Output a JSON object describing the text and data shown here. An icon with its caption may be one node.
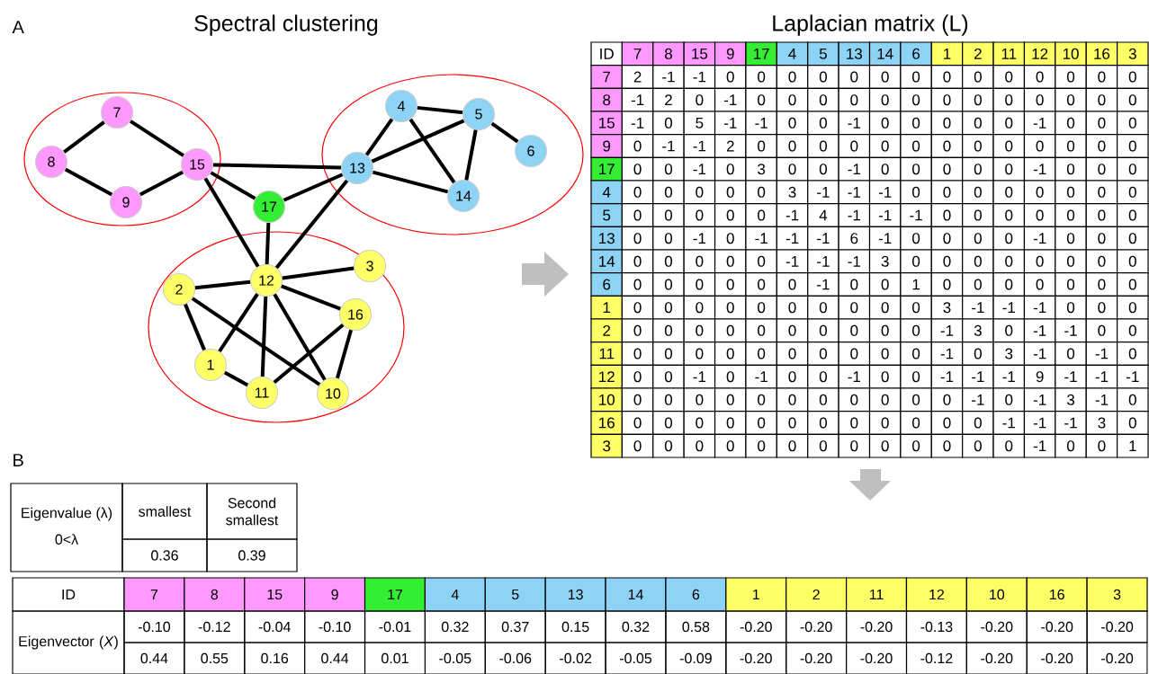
{
  "diagram": {
    "nodes": [
      {
        "text": [],
        "shape": "ellipse"
      },
      {
        "text": [
          "7"
        ],
        "in": 0
      },
      {
        "text": [
          "8"
        ],
        "in": 0
      },
      {
        "text": [
          "15"
        ],
        "in": 0
      },
      {
        "text": [
          "9"
        ],
        "in": 0
      },
      {
        "text": [],
        "shape": "ellipse"
      },
      {
        "text": [
          "4"
        ],
        "in": 5
      },
      {
        "text": [
          "5"
        ],
        "in": 5
      },
      {
        "text": [
          "13"
        ],
        "in": 5
      },
      {
        "text": [
          "6"
        ],
        "in": 5
      },
      {
        "text": [
          "14"
        ],
        "in": 5
      },
      {
        "text": [
          "17"
        ]
      },
      {
        "text": [],
        "shape": "ellipse"
      },
      {
        "text": [
          "3"
        ],
        "in": 12
      },
      {
        "text": [
          "2"
        ],
        "in": 12
      },
      {
        "text": [
          "12"
        ],
        "in": 12
      },
      {
        "text": [
          "16"
        ],
        "in": 12
      },
      {
        "text": [
          "1"
        ],
        "in": 12
      },
      {
        "text": [
          "11"
        ],
        "in": 12
      },
      {
        "text": [
          "10"
        ],
        "in": 12
      }
    ],
    "edges": [
      {
        "from": 1,
        "to": 2,
        "arrow": "none"
      },
      {
        "from": 1,
        "to": 3,
        "arrow": "none"
      },
      {
        "from": 2,
        "to": 4,
        "arrow": "none"
      },
      {
        "from": 4,
        "to": 3,
        "arrow": "none"
      },
      {
        "from": 3,
        "to": 8,
        "arrow": "none"
      },
      {
        "from": 3,
        "to": 11,
        "arrow": "none"
      },
      {
        "from": 3,
        "to": 15,
        "arrow": "none"
      },
      {
        "from": 11,
        "to": 8,
        "arrow": "none"
      },
      {
        "from": 11,
        "to": 15,
        "arrow": "none"
      },
      {
        "from": 8,
        "to": 15,
        "arrow": "none"
      },
      {
        "from": 6,
        "to": 8,
        "arrow": "none"
      },
      {
        "from": 6,
        "to": 7,
        "arrow": "none"
      },
      {
        "from": 6,
        "to": 10,
        "arrow": "none"
      },
      {
        "from": 7,
        "to": 8,
        "arrow": "none"
      },
      {
        "from": 7,
        "to": 10,
        "arrow": "none"
      },
      {
        "from": 7,
        "to": 9,
        "arrow": "none"
      },
      {
        "from": 8,
        "to": 10,
        "arrow": "none"
      },
      {
        "from": 15,
        "to": 14,
        "arrow": "none"
      },
      {
        "from": 15,
        "to": 13,
        "arrow": "none"
      },
      {
        "from": 15,
        "to": 16,
        "arrow": "none"
      },
      {
        "from": 15,
        "to": 17,
        "arrow": "none"
      },
      {
        "from": 15,
        "to": 18,
        "arrow": "none"
      },
      {
        "from": 15,
        "to": 19,
        "arrow": "none"
      },
      {
        "from": 14,
        "to": 17,
        "arrow": "none"
      },
      {
        "from": 14,
        "to": 19,
        "arrow": "none"
      },
      {
        "from": 17,
        "to": 18,
        "arrow": "none"
      },
      {
        "from": 18,
        "to": 16,
        "arrow": "none"
      },
      {
        "from": 16,
        "to": 19,
        "arrow": "none"
      }
    ],
    "labels": [
      "A",
      "Spectral clustering",
      "Laplacian matrix (L)",
      "ID",
      "7",
      "8",
      "15",
      "9",
      "17",
      "4",
      "5",
      "13",
      "14",
      "6",
      "1",
      "2",
      "11",
      "12",
      "10",
      "16",
      "3",
      "7",
      "2",
      "-1",
      "-1",
      "0",
      "0",
      "0",
      "0",
      "0",
      "0",
      "0",
      "0",
      "0",
      "0",
      "0",
      "0",
      "0",
      "0",
      "8",
      "-1",
      "2",
      "0",
      "-1",
      "0",
      "0",
      "0",
      "0",
      "0",
      "0",
      "0",
      "0",
      "0",
      "0",
      "0",
      "0",
      "0",
      "15",
      "-1",
      "0",
      "5",
      "-1",
      "-1",
      "0",
      "0",
      "-1",
      "0",
      "0",
      "0",
      "0",
      "0",
      "-1",
      "0",
      "0",
      "0",
      "9",
      "0",
      "-1",
      "-1",
      "2",
      "0",
      "0",
      "0",
      "0",
      "0",
      "0",
      "0",
      "0",
      "0",
      "0",
      "0",
      "0",
      "0",
      "17",
      "0",
      "0",
      "-1",
      "0",
      "3",
      "0",
      "0",
      "-1",
      "0",
      "0",
      "0",
      "0",
      "0",
      "-1",
      "0",
      "0",
      "0",
      "4",
      "0",
      "0",
      "0",
      "0",
      "0",
      "3",
      "-1",
      "-1",
      "-1",
      "0",
      "0",
      "0",
      "0",
      "0",
      "0",
      "0",
      "0",
      "5",
      "0",
      "0",
      "0",
      "0",
      "0",
      "-1",
      "4",
      "-1",
      "-1",
      "-1",
      "0",
      "0",
      "0",
      "0",
      "0",
      "0",
      "0",
      "13",
      "0",
      "0",
      "-1",
      "0",
      "-1",
      "-1",
      "-1",
      "6",
      "-1",
      "0",
      "0",
      "0",
      "0",
      "-1",
      "0",
      "0",
      "0",
      "14",
      "0",
      "0",
      "0",
      "0",
      "0",
      "-1",
      "-1",
      "-1",
      "3",
      "0",
      "0",
      "0",
      "0",
      "0",
      "0",
      "0",
      "0",
      "6",
      "0",
      "0",
      "0",
      "0",
      "0",
      "0",
      "-1",
      "0",
      "0",
      "1",
      "0",
      "0",
      "0",
      "0",
      "0",
      "0",
      "0",
      "1",
      "0",
      "0",
      "0",
      "0",
      "0",
      "0",
      "0",
      "0",
      "0",
      "0",
      "3",
      "-1",
      "-1",
      "-1",
      "0",
      "0",
      "0",
      "2",
      "0",
      "0",
      "0",
      "0",
      "0",
      "0",
      "0",
      "0",
      "0",
      "0",
      "-1",
      "3",
      "0",
      "-1",
      "-1",
      "0",
      "0",
      "11",
      "0",
      "0",
      "0",
      "0",
      "0",
      "0",
      "0",
      "0",
      "0",
      "0",
      "-1",
      "0",
      "3",
      "-1",
      "0",
      "-1",
      "0",
      "12",
      "0",
      "0",
      "-1",
      "0",
      "-1",
      "0",
      "0",
      "-1",
      "0",
      "0",
      "-1",
      "-1",
      "-1",
      "9",
      "-1",
      "-1",
      "-1",
      "10",
      "0",
      "0",
      "0",
      "0",
      "0",
      "0",
      "0",
      "0",
      "0",
      "0",
      "0",
      "-1",
      "0",
      "-1",
      "3",
      "-1",
      "0",
      "16",
      "0",
      "0",
      "0",
      "0",
      "0",
      "0",
      "0",
      "0",
      "0",
      "0",
      "0",
      "0",
      "-1",
      "-1",
      "-1",
      "3",
      "0",
      "3",
      "0",
      "0",
      "0",
      "0",
      "0",
      "0",
      "0",
      "0",
      "0",
      "0",
      "0",
      "0",
      "0",
      "-1",
      "0",
      "0",
      "1",
      "B",
      "Eigenvalue (λ)",
      "0<λ",
      "smallest",
      "Second smallest",
      "0.36",
      "0.39",
      "ID",
      "7",
      "8",
      "15",
      "9",
      "17",
      "4",
      "5",
      "13",
      "14",
      "6",
      "1",
      "2",
      "11",
      "12",
      "10",
      "16",
      "3",
      "Eigenvector (*X*)",
      "-0.10",
      "-0.12",
      "-0.04",
      "-0.10",
      "-0.01",
      "0.32",
      "0.37",
      "0.15",
      "0.32",
      "0.58",
      "-0.20",
      "-0.20",
      "-0.20",
      "-0.13",
      "-0.20",
      "-0.20",
      "-0.20",
      "0.44",
      "0.55",
      "0.16",
      "0.44",
      "0.01",
      "-0.05",
      "-0.06",
      "-0.02",
      "-0.05",
      "-0.09",
      "-0.20",
      "-0.20",
      "-0.20",
      "-0.12",
      "-0.20",
      "-0.20",
      "-0.20"
    ]
  }
}
